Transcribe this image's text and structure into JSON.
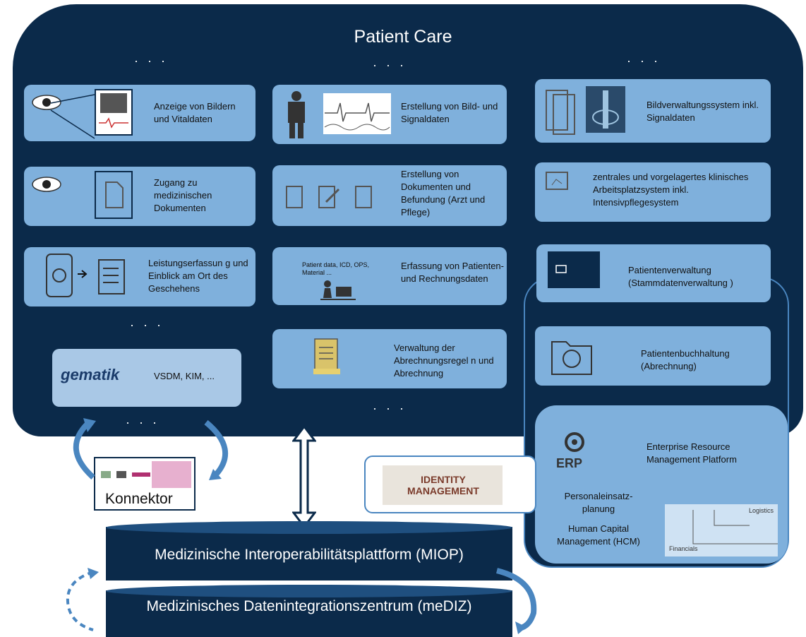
{
  "title": "Patient Care",
  "dots": "· · ·",
  "cards": {
    "anzeige": "Anzeige von Bildern und Vitaldaten",
    "zugang": "Zugang zu medizinischen Dokumenten",
    "leistung": "Leistungserfassun g und Einblick am Ort des Geschehens",
    "gematik_text": "VSDM, KIM, ...",
    "gematik_logo": "gematik",
    "erstellung_bild": "Erstellung von Bild- und Signaldaten",
    "erstellung_dok": "Erstellung von Dokumenten und Befundung (Arzt und Pflege)",
    "erfassung": "Erfassung von Patienten- und Rechnungsdaten",
    "erfassung_note": "Patient data, ICD, OPS, Material ...",
    "abrechnung": "Verwaltung der Abrechnungsregel n und Abrechnung",
    "bildverwaltung": "Bildverwaltungssystem inkl. Signaldaten",
    "arbeitsplatz": "zentrales und vorgelagertes klinisches Arbeitsplatzsystem inkl. Intensivpflegesystem",
    "patientenverwaltung": "Patientenverwaltung (Stammdatenverwaltung )",
    "buchhaltung": "Patientenbuchhaltung (Abrechnung)",
    "erp_platform": "Enterprise Resource Management Platform",
    "erp_label": "ERP",
    "personal": "Personaleinsatz-planung",
    "hcm": "Human Capital Management (HCM)",
    "logistics": "Logistics",
    "financials": "Financials"
  },
  "konnektor": "Konnektor",
  "identity": "IDENTITY MANAGEMENT",
  "miop": "Medizinische Interoperabilitätsplattform (MIOP)",
  "mediz": "Medizinisches Datenintegrationszentrum (meDIZ)"
}
